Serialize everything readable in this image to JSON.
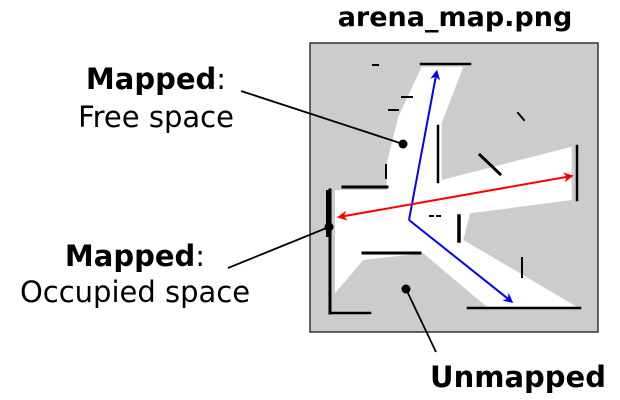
{
  "title": "arena_map.png",
  "labels": {
    "free": {
      "bold": "Mapped",
      "colon": ":",
      "text": "Free space"
    },
    "occupied": {
      "bold": "Mapped",
      "colon": ":",
      "text": "Occupied space"
    },
    "unmapped": {
      "text": "Unmapped"
    }
  },
  "colors": {
    "unmapped": "#cccccc",
    "free": "#ffffff",
    "occupied": "#000000",
    "blue_arrow": "#0000ff",
    "red_arrow": "#ff0000"
  }
}
